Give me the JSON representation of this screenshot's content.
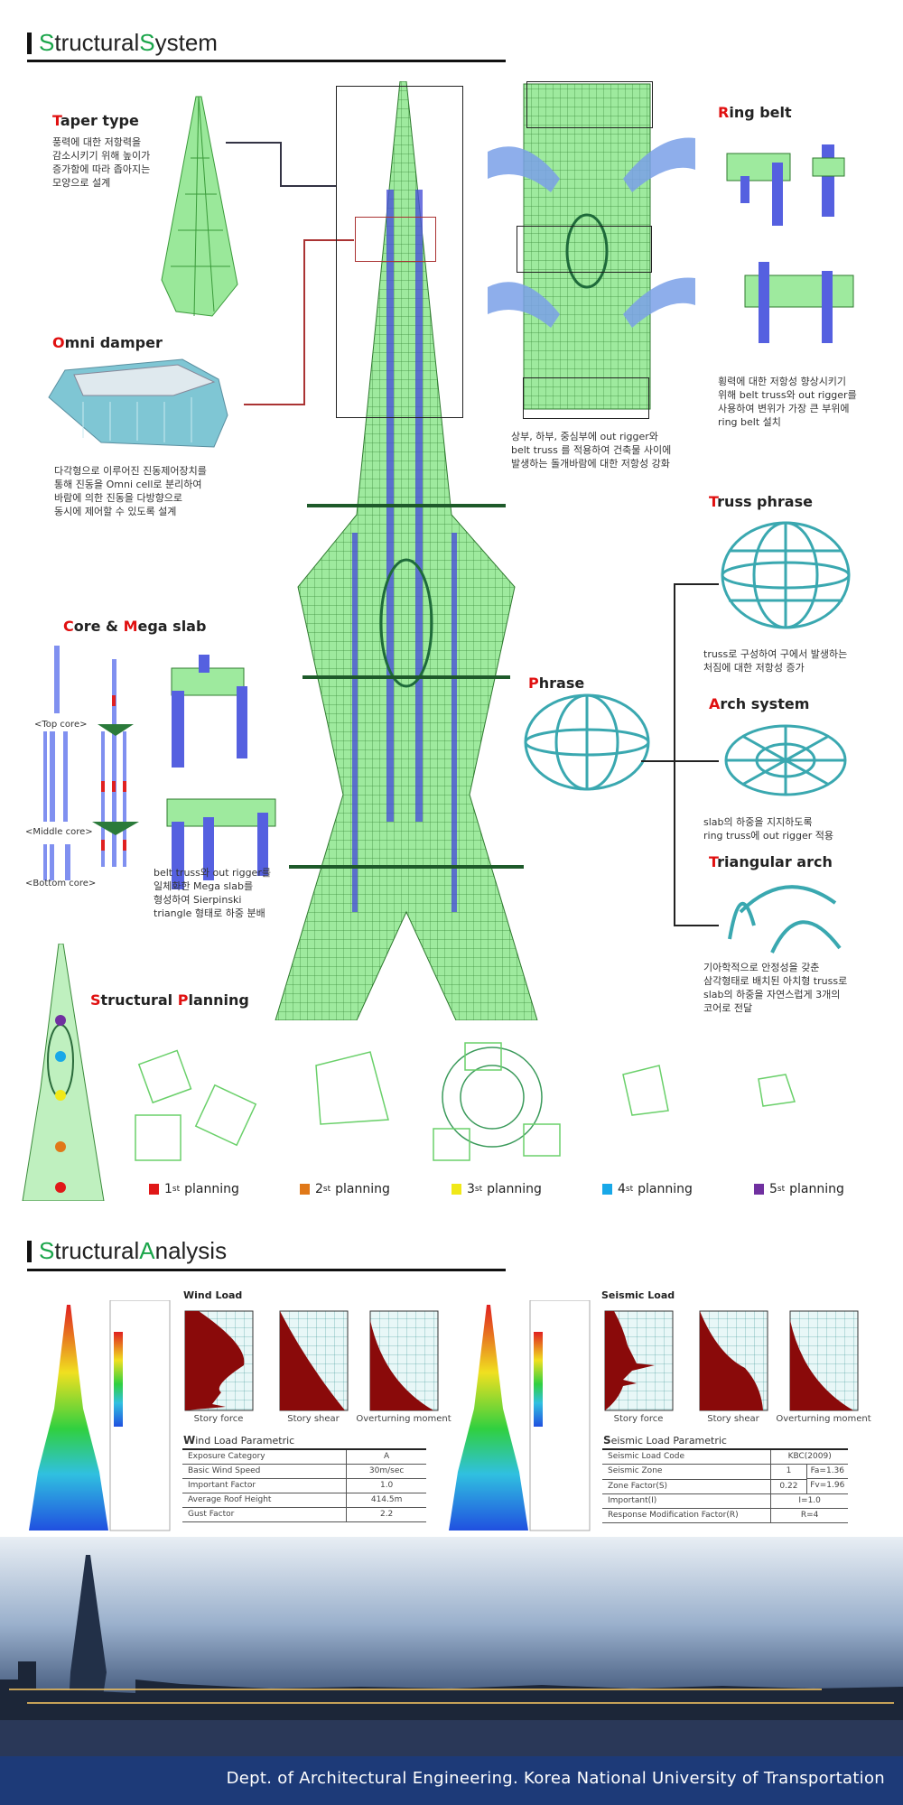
{
  "system": {
    "title_first": "S",
    "title_rest_1": "tructural ",
    "title_second": "S",
    "title_rest_2": "ystem"
  },
  "taper": {
    "first": "T",
    "rest": "aper type",
    "text": "풍력에 대한 저항력을\n감소시키기 위해 높이가\n증가함에 따라 좁아지는\n모양으로 설계"
  },
  "omni": {
    "first": "O",
    "rest": "mni damper",
    "text": "다각형으로 이루어진 진동제어장치를\n통해 진동을 Omni cell로 분리하여\n바람에 의한 진동을 다방향으로\n동시에 제어할 수 있도록 설계"
  },
  "outrigger_text": "상부, 하부, 중심부에 out rigger와\nbelt truss 를 적용하여 건축물 사이에\n발생하는 돌개바람에 대한 저항성 강화",
  "ring_belt": {
    "first": "R",
    "rest": "ing belt",
    "text": "횡력에 대한 저항성 향상시키기\n위해 belt truss와 out rigger를\n사용하여 변위가 가장 큰 부위에\nring belt 설치"
  },
  "truss_phrase": {
    "first": "T",
    "rest": "russ phrase",
    "text": "truss로 구성하여 구에서 발생하는\n처짐에 대한 저항성 증가"
  },
  "phrase": {
    "first": "P",
    "rest": "hrase"
  },
  "arch_system": {
    "first": "A",
    "rest": "rch system",
    "text": "slab의 하중을 지지하도록\nring truss에 out rigger 적용"
  },
  "triangular_arch": {
    "first": "T",
    "rest": "riangular arch",
    "text": "기아학적으로 안정성을 갖춘\n삼각형태로 배치된 아치형 truss로\nslab의 하중을 자연스럽게 3개의\n코어로 전달"
  },
  "core": {
    "first1": "C",
    "rest1": "ore & ",
    "first2": "M",
    "rest2": "ega slab",
    "top": "<Top core>",
    "middle": "<Middle core>",
    "bottom": "<Bottom core>",
    "text": "belt truss와 out rigger를\n일체화한 Mega slab를\n형성하여 Sierpinski\ntriangle 형태로 하중 분배"
  },
  "planning": {
    "first1": "S",
    "rest1": "tructural ",
    "first2": "P",
    "rest2": "lanning",
    "legend": [
      {
        "num": "1",
        "sup": "st",
        "label": "planning",
        "color": "#e01818"
      },
      {
        "num": "2",
        "sup": "st",
        "label": "planning",
        "color": "#e07818"
      },
      {
        "num": "3",
        "sup": "st",
        "label": "planning",
        "color": "#f0e818"
      },
      {
        "num": "4",
        "sup": "st",
        "label": "planning",
        "color": "#18a8e8"
      },
      {
        "num": "5",
        "sup": "st",
        "label": "planning",
        "color": "#7030a0"
      }
    ]
  },
  "analysis": {
    "title_first": "S",
    "title_rest_1": "tructural ",
    "title_second": "A",
    "title_rest_2": "nalysis"
  },
  "wind": {
    "title": "Wind Load",
    "charts": [
      "Story force",
      "Story shear",
      "Overturning moment"
    ],
    "param_first": "W",
    "param_rest": "ind Load Parametric",
    "rows": [
      {
        "k": "Exposure Category",
        "v": "A"
      },
      {
        "k": "Basic Wind Speed",
        "v": "30m/sec"
      },
      {
        "k": "Important Factor",
        "v": "1.0"
      },
      {
        "k": "Average Roof Height",
        "v": "414.5m"
      },
      {
        "k": "Gust Factor",
        "v": "2.2"
      }
    ]
  },
  "seismic": {
    "title": "Seismic Load",
    "charts": [
      "Story force",
      "Story shear",
      "Overturning moment"
    ],
    "param_first": "S",
    "param_rest": "eismic Load Parametric",
    "code_k": "Seismic Load Code",
    "code_v": "KBC(2009)",
    "zone_k": "Seismic Zone",
    "zone_v": "1",
    "fa": "Fa=1.36",
    "zf_k": "Zone Factor(S)",
    "zf_v": "0.22",
    "fv": "Fv=1.96",
    "imp_k": "Important(I)",
    "imp_v": "I=1.0",
    "r_k": "Response Modification Factor(R)",
    "r_v": "R=4"
  },
  "footer": "Dept. of Architectural Engineering. Korea National University of Transportation",
  "colors": {
    "accent_green": "#1aa54a",
    "accent_red": "#e01010",
    "footer_bg": "#1d3a78",
    "structure_green": "#8fe08f",
    "core_blue": "#5560e0"
  }
}
